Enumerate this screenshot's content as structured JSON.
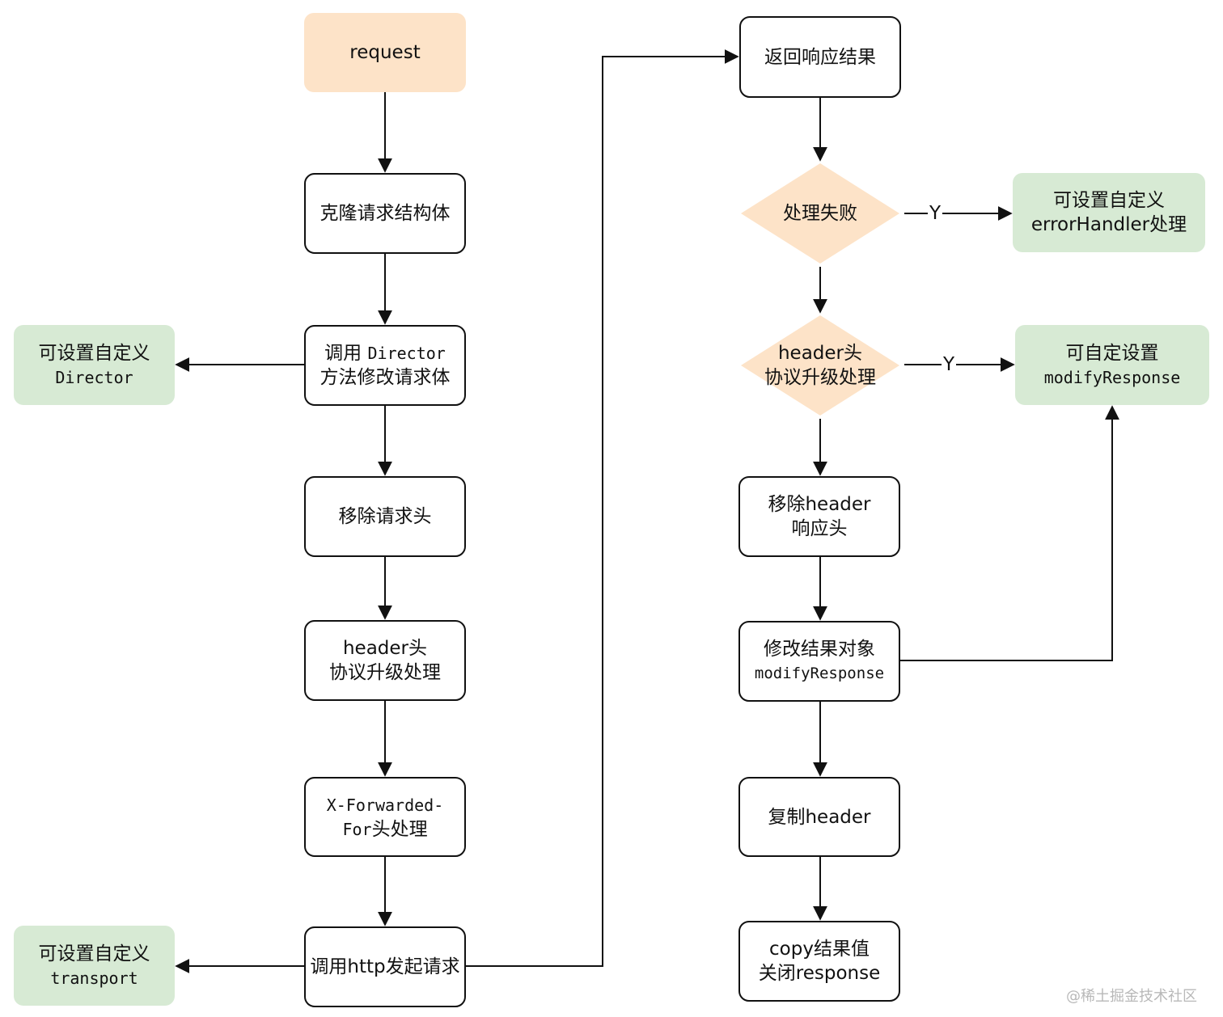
{
  "nodes": {
    "request": "request",
    "clone": "克隆请求结构体",
    "director_call": [
      "调用 ",
      "Director",
      "方法修改请求体"
    ],
    "remove_req_headers": "移除请求头",
    "upgrade_left": [
      "header头",
      "协议升级处理"
    ],
    "xff": [
      "X-Forwarded-",
      "For",
      "头处理"
    ],
    "http_call": "调用http发起请求",
    "custom_director": [
      "可设置自定义",
      "Director"
    ],
    "custom_transport": [
      "可设置自定义",
      "transport"
    ],
    "return_result": "返回响应结果",
    "fail_check": "处理失败",
    "error_handler": [
      "可设置自定义",
      "errorHandler处理"
    ],
    "upgrade_right": [
      "header头",
      "协议升级处理"
    ],
    "modify_response_custom": [
      "可自定设置",
      "modifyResponse"
    ],
    "remove_resp_headers": [
      "移除header",
      "响应头"
    ],
    "modify_result": [
      "修改结果对象",
      "modifyResponse"
    ],
    "copy_header": "复制header",
    "copy_close": [
      "copy结果值",
      "关闭response"
    ]
  },
  "edge_labels": {
    "yes1": "Y",
    "yes2": "Y"
  },
  "watermark": "@稀土掘金技术社区",
  "colors": {
    "orange": "#fde3c8",
    "green": "#d7ead4",
    "line": "#111111"
  }
}
